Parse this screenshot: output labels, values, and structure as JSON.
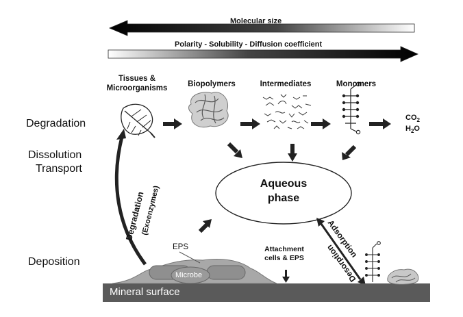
{
  "top_arrows": {
    "molecular_size": "Molecular size",
    "polarity": "Polarity - Solubility - Diffusion coefficient"
  },
  "stages": {
    "tissues": "Tissues &\nMicroorganisms",
    "biopolymers": "Biopolymers",
    "intermediates": "Intermediates",
    "monomers": "Monomers"
  },
  "products": {
    "co2": "CO",
    "co2_sub": "2",
    "h2o_h": "H",
    "h2o_sub": "2",
    "h2o_o": "O"
  },
  "left_labels": {
    "degradation": "Degradation",
    "dissolution": "Dissolution",
    "transport": "Transport",
    "deposition": "Deposition"
  },
  "center": {
    "aqueous": "Aqueous",
    "phase": "phase"
  },
  "curved_labels": {
    "degradation": "Degradation",
    "exoenzymes": "(Exoenzymes)"
  },
  "ads": {
    "adsorption": "Adsorption",
    "desorption": "Desorption"
  },
  "attachment": "Attachment\ncells & EPS",
  "eps": "EPS",
  "microbe": "Microbe",
  "mineral_surface": "Mineral surface"
}
